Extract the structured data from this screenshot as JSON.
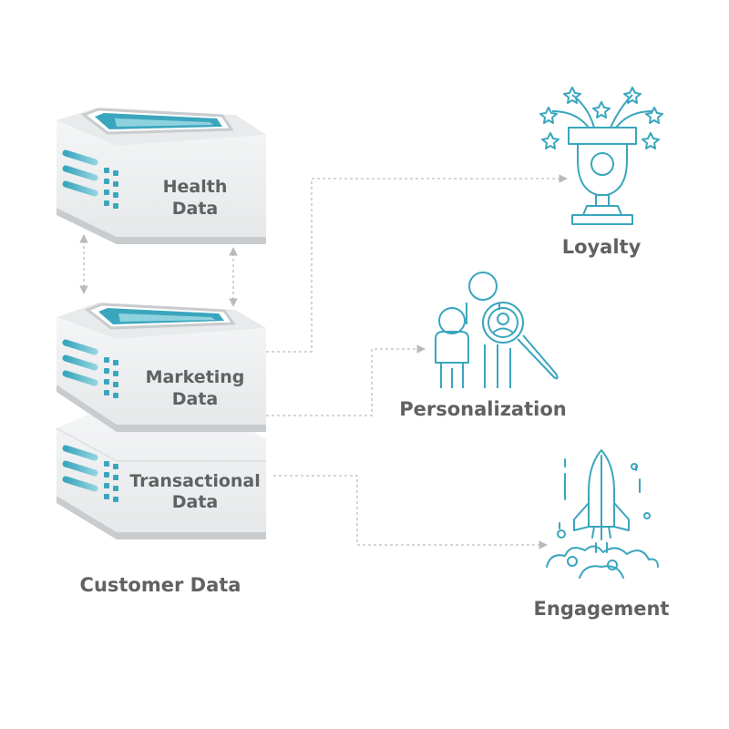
{
  "servers": [
    {
      "line1": "Health",
      "line2": "Data"
    },
    {
      "line1": "Marketing",
      "line2": "Data"
    },
    {
      "line1": "Transactional",
      "line2": "Data"
    }
  ],
  "group_label": "Customer Data",
  "outcomes": {
    "loyalty": "Loyalty",
    "personalization": "Personalization",
    "engagement": "Engagement"
  },
  "colors": {
    "accent": "#3aa6bd",
    "label": "#5f6163",
    "connector": "#c7c9cc",
    "server_face": "#eeeff0",
    "server_shadow": "#c9ccce"
  },
  "icons": [
    "trophy-icon",
    "people-search-icon",
    "rocket-icon"
  ]
}
